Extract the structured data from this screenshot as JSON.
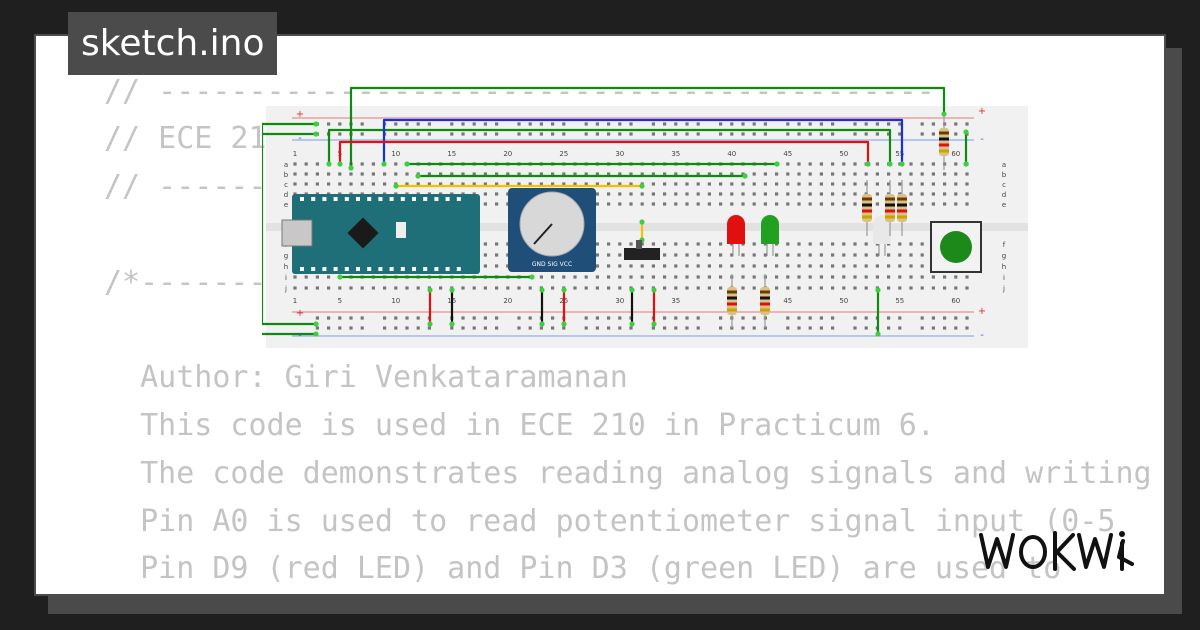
{
  "file": {
    "name": "sketch.ino"
  },
  "brand": {
    "name": "WOKWI"
  },
  "code_lines": [
    "// -------------------------------------------",
    "// ECE 210",
    "// -------------------------------------------",
    "",
    "/*-------------------------------------------",
    "",
    "  Author: Giri Venkataramanan",
    "  This code is used in ECE 210 in Practicum 6.",
    "  The code demonstrates reading analog signals and writing",
    "  Pin A0 is used to read potentiometer signal input (0-5",
    "  Pin D9 (red LED) and Pin D3 (green LED) are used to"
  ],
  "breadboard": {
    "column_labels": [
      "1",
      "5",
      "10",
      "15",
      "20",
      "25",
      "30",
      "35",
      "40",
      "45",
      "50",
      "55",
      "60"
    ],
    "row_labels_top": [
      "a",
      "b",
      "c",
      "d",
      "e"
    ],
    "row_labels_bottom": [
      "f",
      "g",
      "h",
      "i",
      "j"
    ],
    "rail_plus": "+",
    "rail_minus": "-"
  },
  "components": {
    "arduino": {
      "name": "arduino-nano"
    },
    "potentiometer": {
      "labels": "GND SIG VCC"
    },
    "switch": {
      "name": "slide-switch"
    },
    "led_red": {
      "color": "#e01010"
    },
    "led_green": {
      "color": "#21a021"
    },
    "led_white": {
      "color": "#e8e8e8"
    },
    "button": {
      "color": "#1b8a1b"
    }
  },
  "colors": {
    "wire_green": "#0e8a0e",
    "wire_blue": "#1a2fd6",
    "wire_red": "#e01010",
    "wire_black": "#111111",
    "wire_yellow": "#f2c200",
    "board_bg": "#f1f1f1",
    "nano_teal": "#1e6f78",
    "pot_blue": "#1f4e79"
  }
}
